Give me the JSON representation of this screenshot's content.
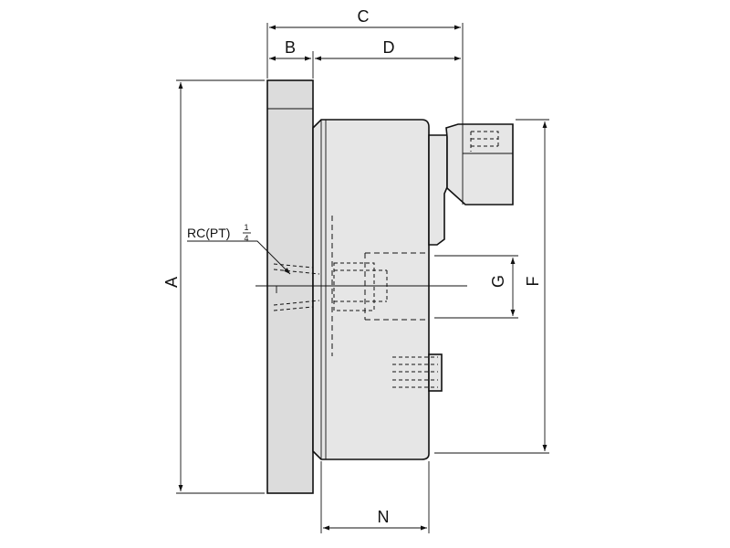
{
  "diagram": {
    "labels": {
      "a": "A",
      "b": "B",
      "c": "C",
      "d": "D",
      "f": "F",
      "g": "G",
      "n": "N",
      "port_prefix": "RC(PT)",
      "port_num": "1",
      "port_den": "4"
    },
    "colors": {
      "line": "#111111",
      "body_fill": "#e6e6e6",
      "face_fill": "#dcdcdc"
    }
  }
}
